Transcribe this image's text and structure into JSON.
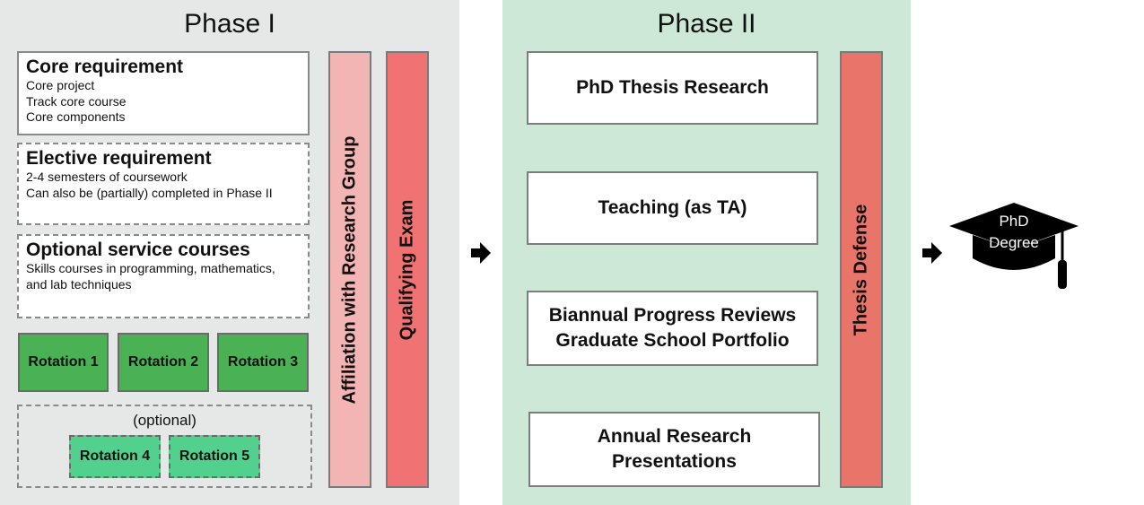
{
  "phase1": {
    "title": "Phase I",
    "core": {
      "title": "Core requirement",
      "lines": [
        "Core project",
        "Track core course",
        "Core components"
      ]
    },
    "elective": {
      "title": "Elective requirement",
      "lines": [
        "2-4 semesters of coursework",
        "Can also be (partially) completed in Phase II"
      ]
    },
    "service": {
      "title": "Optional service courses",
      "lines": [
        "Skills courses in programming, mathematics,",
        "and lab techniques"
      ]
    },
    "rotations": [
      "Rotation 1",
      "Rotation 2",
      "Rotation 3"
    ],
    "optional_label": "(optional)",
    "optional_rotations": [
      "Rotation 4",
      "Rotation 5"
    ],
    "affiliation_label": "Affiliation with Research Group",
    "qualifying_label": "Qualifying Exam"
  },
  "phase2": {
    "title": "Phase II",
    "items": [
      {
        "lines": [
          "PhD Thesis Research"
        ]
      },
      {
        "lines": [
          "Teaching (as TA)"
        ]
      },
      {
        "lines": [
          "Biannual Progress Reviews",
          "Graduate School Portfolio"
        ]
      },
      {
        "lines": [
          "Annual Research",
          "Presentations"
        ]
      }
    ],
    "defense_label": "Thesis Defense"
  },
  "degree": {
    "line1": "PhD",
    "line2": "Degree"
  },
  "colors": {
    "phase1_bg": "#e6e8e7",
    "phase2_bg": "#cde8d7",
    "rotation": "#4ab254",
    "rotation_optional": "#52d08e",
    "affiliation_bar": "#f3b5b3",
    "exam_bar": "#f07272",
    "defense_bar": "#e8746a",
    "cap": "#000000"
  }
}
